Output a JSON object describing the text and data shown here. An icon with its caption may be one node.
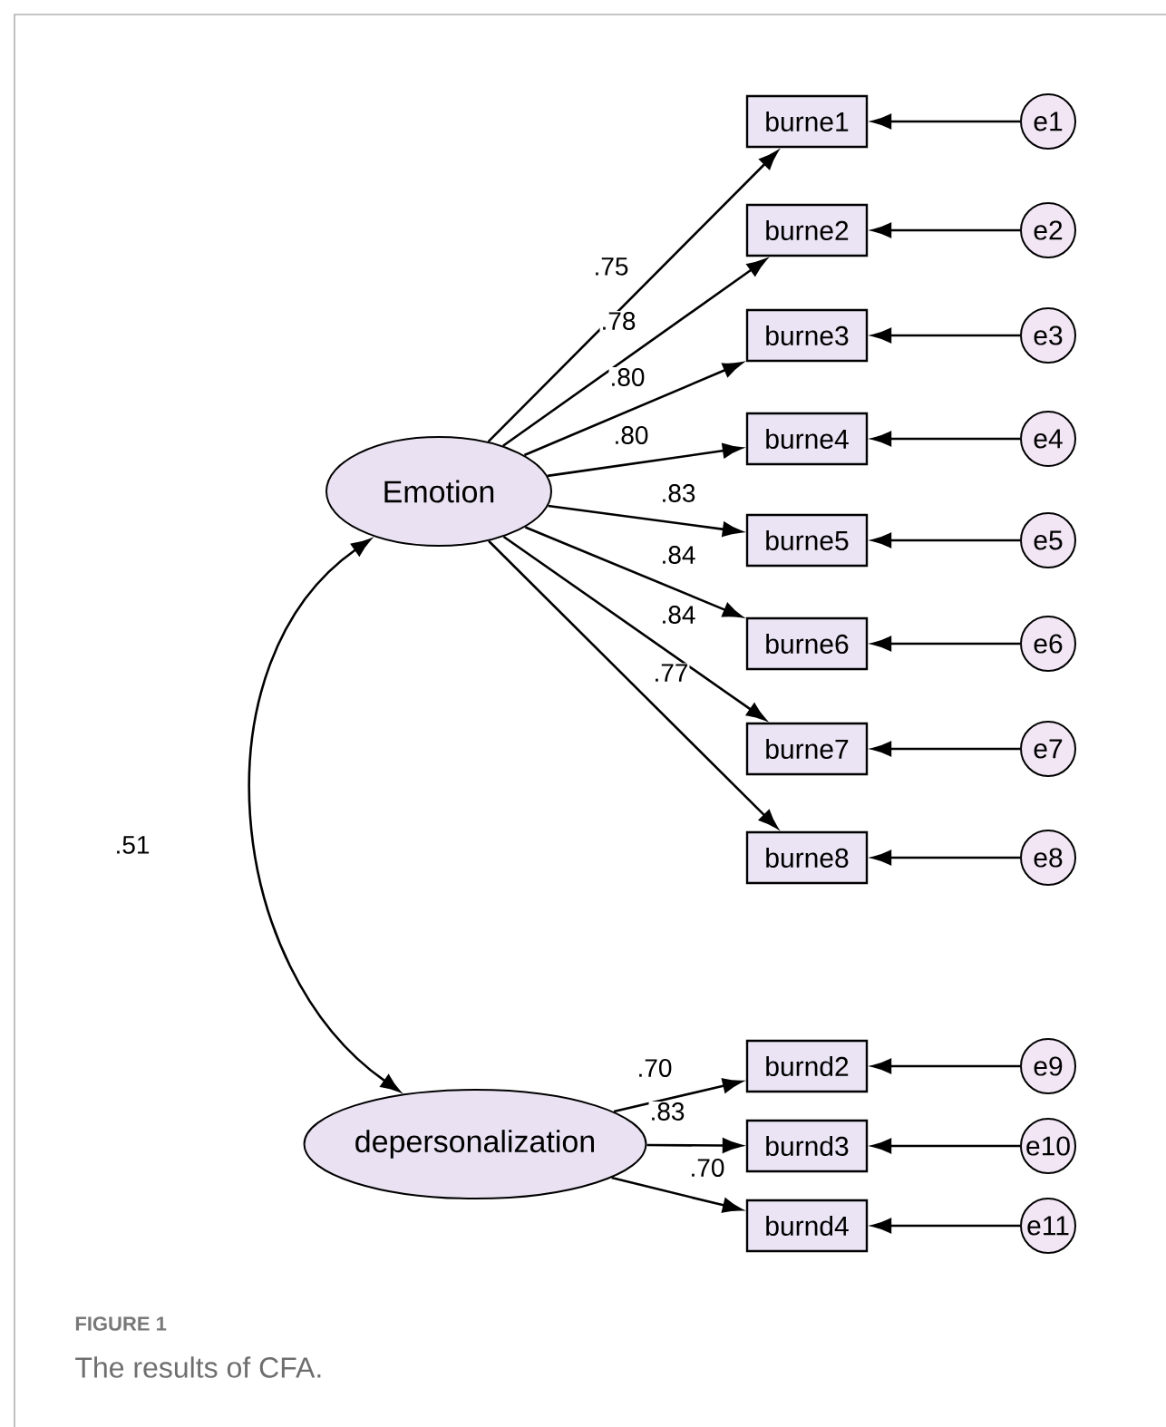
{
  "diagram": {
    "title": "FIGURE 1",
    "caption": "The results of CFA.",
    "nodes": [
      {
        "text": [
          "Emotion"
        ]
      },
      {
        "text": [
          "depersonalization"
        ]
      },
      {
        "text": [
          "burne1"
        ]
      },
      {
        "text": [
          "burne2"
        ]
      },
      {
        "text": [
          "burne3"
        ]
      },
      {
        "text": [
          "burne4"
        ]
      },
      {
        "text": [
          "burne5"
        ]
      },
      {
        "text": [
          "burne6"
        ]
      },
      {
        "text": [
          "burne7"
        ]
      },
      {
        "text": [
          "burne8"
        ]
      },
      {
        "text": [
          "burnd2"
        ]
      },
      {
        "text": [
          "burnd3"
        ]
      },
      {
        "text": [
          "burnd4"
        ]
      },
      {
        "text": [
          "e1"
        ]
      },
      {
        "text": [
          "e2"
        ]
      },
      {
        "text": [
          "e3"
        ]
      },
      {
        "text": [
          "e4"
        ]
      },
      {
        "text": [
          "e5"
        ]
      },
      {
        "text": [
          "e6"
        ]
      },
      {
        "text": [
          "e7"
        ]
      },
      {
        "text": [
          "e8"
        ]
      },
      {
        "text": [
          "e9"
        ]
      },
      {
        "text": [
          "e10"
        ]
      },
      {
        "text": [
          "e11"
        ]
      }
    ],
    "edges": [
      {
        "from": 0,
        "to": 1,
        "arrow": "both",
        "label": ".51"
      },
      {
        "from": 0,
        "to": 2,
        "arrow": "to",
        "label": ".75"
      },
      {
        "from": 0,
        "to": 3,
        "arrow": "to",
        "label": ".78"
      },
      {
        "from": 0,
        "to": 4,
        "arrow": "to",
        "label": ".80"
      },
      {
        "from": 0,
        "to": 5,
        "arrow": "to",
        "label": ".80"
      },
      {
        "from": 0,
        "to": 6,
        "arrow": "to",
        "label": ".83"
      },
      {
        "from": 0,
        "to": 7,
        "arrow": "to",
        "label": ".84"
      },
      {
        "from": 0,
        "to": 8,
        "arrow": "to",
        "label": ".84"
      },
      {
        "from": 0,
        "to": 9,
        "arrow": "to",
        "label": ".77"
      },
      {
        "from": 1,
        "to": 10,
        "arrow": "to",
        "label": ".70"
      },
      {
        "from": 1,
        "to": 11,
        "arrow": "to",
        "label": ".83"
      },
      {
        "from": 1,
        "to": 12,
        "arrow": "to",
        "label": ".70"
      },
      {
        "from": 13,
        "to": 2,
        "arrow": "to"
      },
      {
        "from": 14,
        "to": 3,
        "arrow": "to"
      },
      {
        "from": 15,
        "to": 4,
        "arrow": "to"
      },
      {
        "from": 16,
        "to": 5,
        "arrow": "to"
      },
      {
        "from": 17,
        "to": 6,
        "arrow": "to"
      },
      {
        "from": 18,
        "to": 7,
        "arrow": "to"
      },
      {
        "from": 19,
        "to": 8,
        "arrow": "to"
      },
      {
        "from": 20,
        "to": 9,
        "arrow": "to"
      },
      {
        "from": 21,
        "to": 10,
        "arrow": "to"
      },
      {
        "from": 22,
        "to": 11,
        "arrow": "to"
      },
      {
        "from": 23,
        "to": 12,
        "arrow": "to"
      }
    ]
  }
}
